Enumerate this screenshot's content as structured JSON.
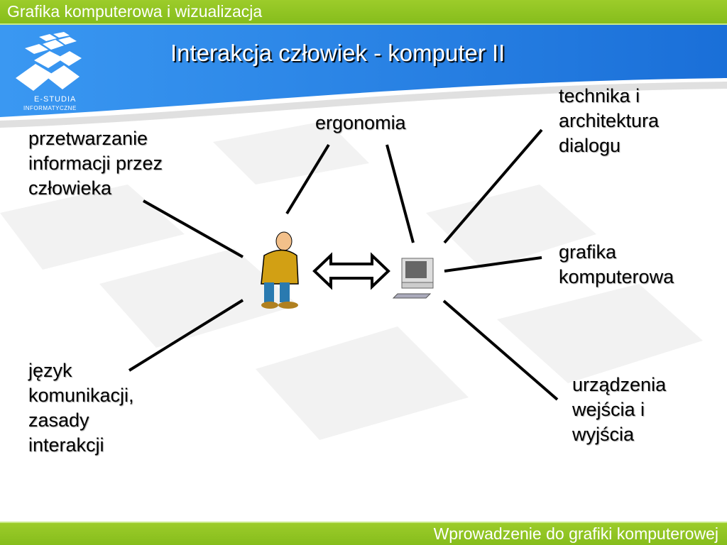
{
  "header": {
    "course": "Grafika komputerowa i wizualizacja",
    "title": "Interakcja człowiek - komputer II"
  },
  "logo": {
    "line1": "E-STUDIA",
    "line2": "INFORMATYCZNE"
  },
  "labels": {
    "processing": "przetwarzanie\ninformacji przez\nczłowieka",
    "ergonomics": "ergonomia",
    "dialog": "technika i\narchitektura\ndialogu",
    "graphics": "grafika\nkomputerowa",
    "language": "język\nkomunikacji,\nzasady\ninterakcji",
    "devices": "urządzenia\nwejścia i\nwyjścia"
  },
  "footer": {
    "subtitle": "Wprowadzenie do grafiki komputerowej"
  },
  "colors": {
    "green": "#8cc31f",
    "blue": "#1f7de0"
  }
}
